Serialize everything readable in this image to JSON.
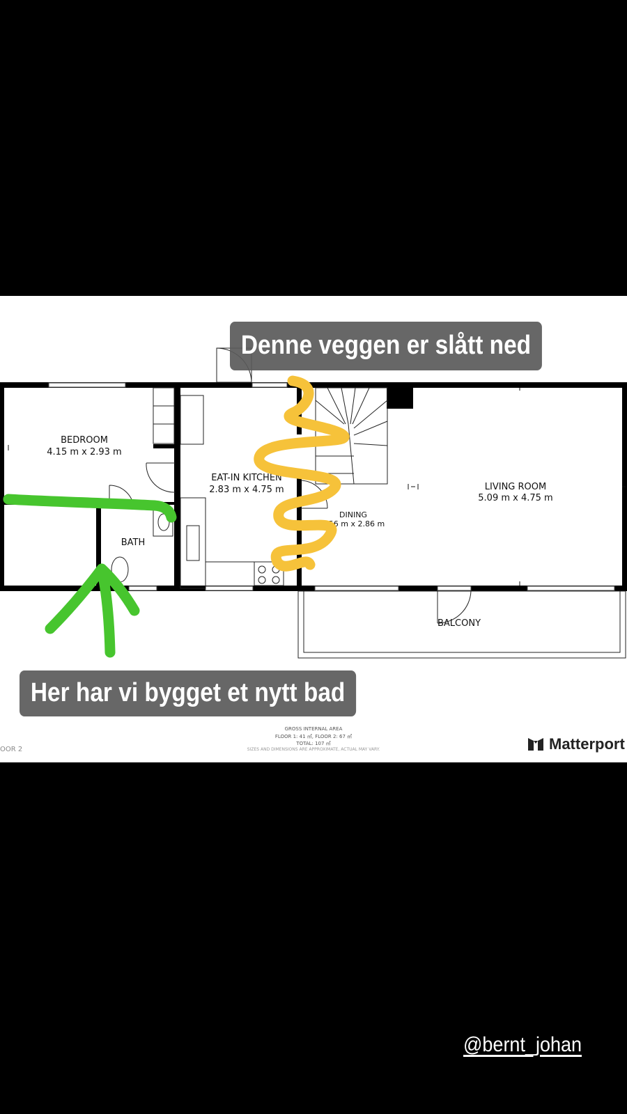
{
  "captions": {
    "top": "Denne veggen er slått ned",
    "bottom": "Her har vi bygget et nytt bad"
  },
  "rooms": {
    "bedroom": {
      "label": "BEDROOM",
      "dim": "4.15 m x 2.93 m"
    },
    "kitchen": {
      "label": "EAT-IN KITCHEN",
      "dim": "2.83 m x 4.75 m"
    },
    "living": {
      "label": "LIVING ROOM",
      "dim": "5.09 m x 4.75 m"
    },
    "dining": {
      "label": "DINING",
      "dim": "56 m x 2.86 m"
    },
    "bath": {
      "label": "BATH"
    },
    "balcony": {
      "label": "BALCONY"
    }
  },
  "footer": {
    "title": "GROSS INTERNAL AREA",
    "floors": "FLOOR 1: 41 ㎡, FLOOR 2: 67 ㎡",
    "total": "TOTAL: 107 ㎡",
    "disclaimer": "SIZES AND DIMENSIONS ARE APPROXIMATE, ACTUAL MAY VARY.",
    "floor_label": "OOR 2"
  },
  "brand": {
    "name": "Matterport",
    "logo_icon": "matterport-logo-icon"
  },
  "username": "@bernt_johan",
  "colors": {
    "annotation_green": "#47c52e",
    "annotation_yellow": "#f6c23a",
    "caption_bg": "#5a5a5a"
  }
}
